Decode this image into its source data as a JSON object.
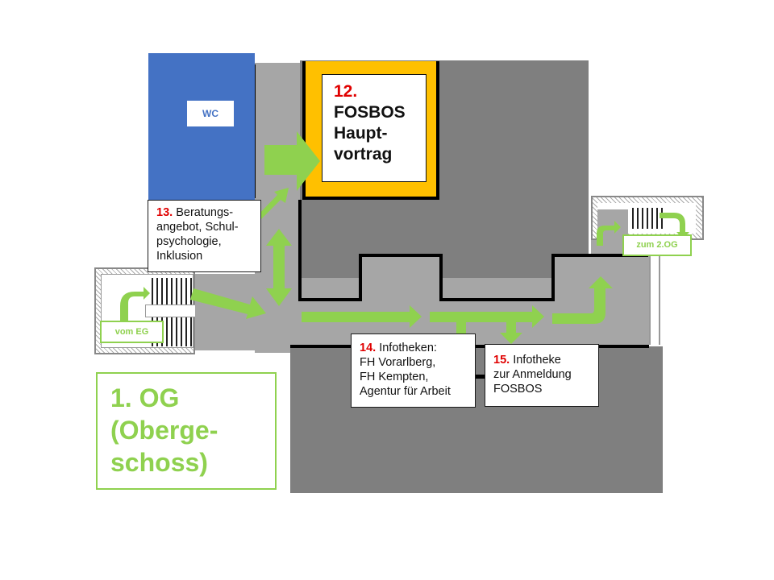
{
  "floor_title": {
    "line1": "1. OG",
    "line2": "(Oberge-",
    "line3": "schoss)"
  },
  "wc_label": "WC",
  "rooms": [
    {
      "number": "12.",
      "lines": [
        "FOSBOS",
        "Haupt-",
        "vortrag"
      ]
    },
    {
      "number": "13.",
      "lines": [
        "Beratungs-",
        "angebot, Schul-",
        "psychologie,",
        "Inklusion"
      ]
    },
    {
      "number": "14.",
      "lines": [
        "Infotheken:",
        "FH Vorarlberg,",
        "FH Kempten,",
        "Agentur für Arbeit"
      ]
    },
    {
      "number": "15.",
      "lines": [
        "Infotheke",
        "zur Anmeldung",
        "FOSBOS"
      ]
    }
  ],
  "stairs": {
    "from_below": "vom EG",
    "to_above": "zum 2.OG"
  },
  "colors": {
    "arrow_green": "#8fd14f",
    "highlight_yellow": "#ffc000",
    "wc_blue": "#4472c4",
    "number_red": "#e00000"
  }
}
